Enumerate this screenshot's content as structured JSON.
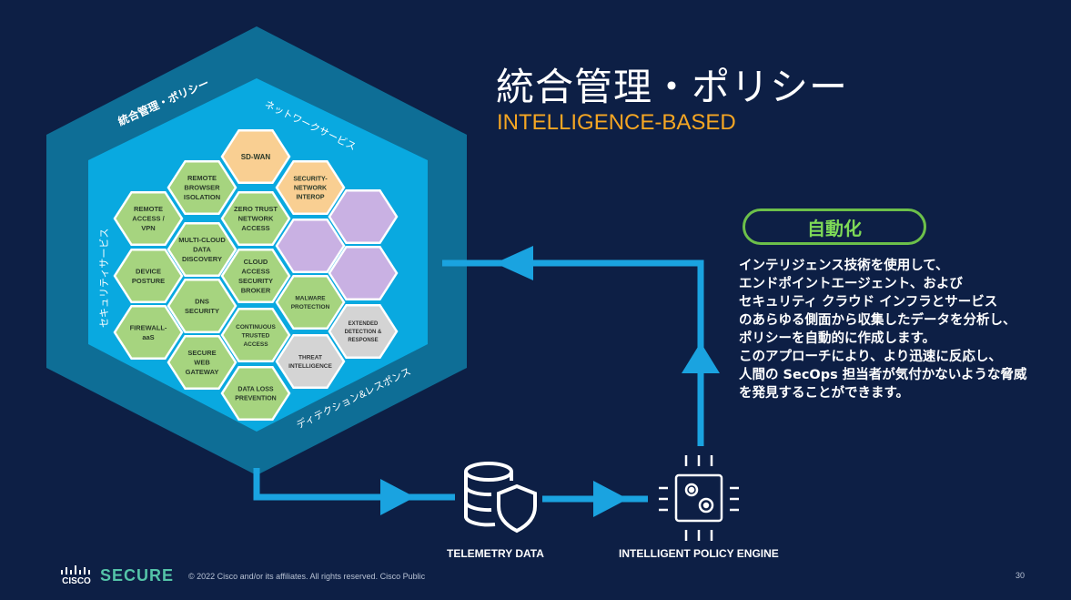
{
  "slide": {
    "title": "統合管理・ポリシー",
    "subtitle": "INTELLIGENCE-BASED",
    "auto_badge": "自動化",
    "description_lines": [
      "インテリジェンス技術を使用して、",
      "エンドポイントエージェント、および",
      "セキュリティ クラウド インフラとサービス",
      "のあらゆる側面から収集したデータを分析し、",
      "ポリシーを自動的に作成します。",
      "このアプローチにより、より迅速に反応し、",
      "人間の SecOps 担当者が気付かないような脅威",
      "を発見することができます。"
    ]
  },
  "diagram": {
    "outer_label": "統合管理・ポリシー",
    "network_label": "ネットワークサービス",
    "security_label": "セキュリティサービス",
    "detection_label": "ディテクション&レスポンス",
    "hexes": {
      "sdwan": "SD-WAN",
      "security_network_interop": [
        "SECURITY-",
        "NETWORK",
        "INTEROP"
      ],
      "remote_browser_isolation": [
        "REMOTE",
        "BROWSER",
        "ISOLATION"
      ],
      "zero_trust": [
        "ZERO TRUST",
        "NETWORK",
        "ACCESS"
      ],
      "remote_access_vpn": [
        "REMOTE",
        "ACCESS /",
        "VPN"
      ],
      "multi_cloud": [
        "MULTI-CLOUD",
        "DATA",
        "DISCOVERY"
      ],
      "casb": [
        "CLOUD",
        "ACCESS",
        "SECURITY",
        "BROKER"
      ],
      "device_posture": [
        "DEVICE",
        "POSTURE"
      ],
      "dns_security": [
        "DNS",
        "SECURITY"
      ],
      "malware_protection": [
        "MALWARE",
        "PROTECTION"
      ],
      "firewall": [
        "FIREWALL-",
        "aaS"
      ],
      "continuous_trusted_access": [
        "CONTINUOUS",
        "TRUSTED",
        "ACCESS"
      ],
      "edr": [
        "EXTENDED",
        "DETECTION &",
        "RESPONSE"
      ],
      "secure_web_gateway": [
        "SECURE",
        "WEB",
        "GATEWAY"
      ],
      "threat_intelligence": [
        "THREAT",
        "INTELLIGENCE"
      ],
      "dlp": [
        "DATA LOSS",
        "PREVENTION"
      ]
    },
    "colors": {
      "green": "#a6d47f",
      "orange": "#f9cf92",
      "purple": "#c9b1e3",
      "gray": "#d4d4d4",
      "outer": "#0e6e96",
      "inner": "#09a9e0",
      "arrow": "#1aa3e0"
    }
  },
  "flow": {
    "telemetry_caption": "TELEMETRY DATA",
    "engine_caption": "INTELLIGENT POLICY ENGINE"
  },
  "footer": {
    "cisco": "CISCO",
    "secure": "SECURE",
    "copyright": "© 2022 Cisco and/or its affiliates. All rights reserved. Cisco Public",
    "page": "30"
  }
}
